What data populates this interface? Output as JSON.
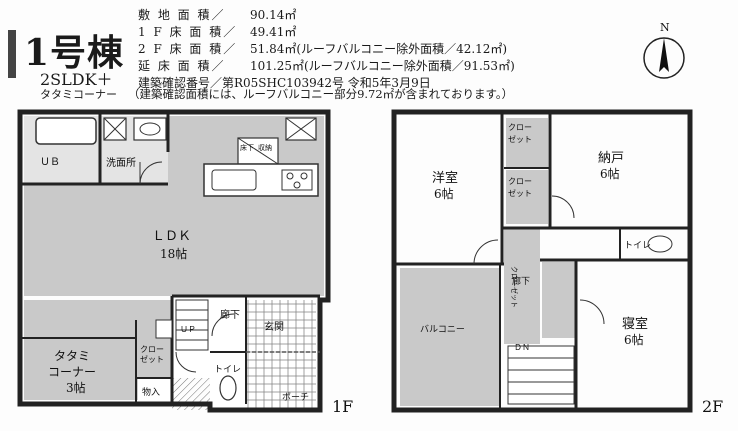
{
  "header": {
    "building": "1号棟",
    "layout": "2SLDK＋",
    "layout_sub": "タタミコーナー"
  },
  "specs": [
    {
      "label": "敷 地 面 積／",
      "value": "90.14㎡"
    },
    {
      "label": "1 F 床 面 積／",
      "value": "49.41㎡"
    },
    {
      "label": "2 F 床 面 積／",
      "value": "51.84㎡(ルーフバルコニー除外面積／42.12㎡)"
    },
    {
      "label": "延 床 面 積／",
      "value": "101.25㎡(ルーフバルコニー除外面積／91.53㎡)"
    }
  ],
  "confirmation": "建築確認番号／第R05SHC103942号 令和5年3月9日",
  "note": "（建築確認面積には、ルーフバルコニー部分9.72㎡が含まれております。）",
  "compass_label": "N",
  "floor1": {
    "label": "1F",
    "rooms": {
      "ub": "ＵＢ",
      "washroom": "洗面所",
      "ldk_name": "ＬＤＫ",
      "ldk_size": "18帖",
      "storage_top1": "床下",
      "storage_top2": "収納",
      "hall": "廊下",
      "entrance": "玄関",
      "up": "ＵＰ",
      "closet1": "クロー",
      "closet2": "ゼット",
      "tatami1": "タタミ",
      "tatami2": "コーナー",
      "tatami3": "3帖",
      "storage": "物入",
      "toilet": "トイレ",
      "porch": "ポーチ"
    }
  },
  "floor2": {
    "label": "2F",
    "rooms": {
      "western_name": "洋室",
      "western_size": "6帖",
      "closet_a": "クロー",
      "closet_b": "ゼット",
      "storeroom_name": "納戸",
      "storeroom_size": "6帖",
      "toilet": "トイレ",
      "hall": "廊下",
      "balcony": "バルコニー",
      "dn": "ＤＮ",
      "closet_long": "クローゼット",
      "bedroom_name": "寝室",
      "bedroom_size": "6帖"
    }
  }
}
